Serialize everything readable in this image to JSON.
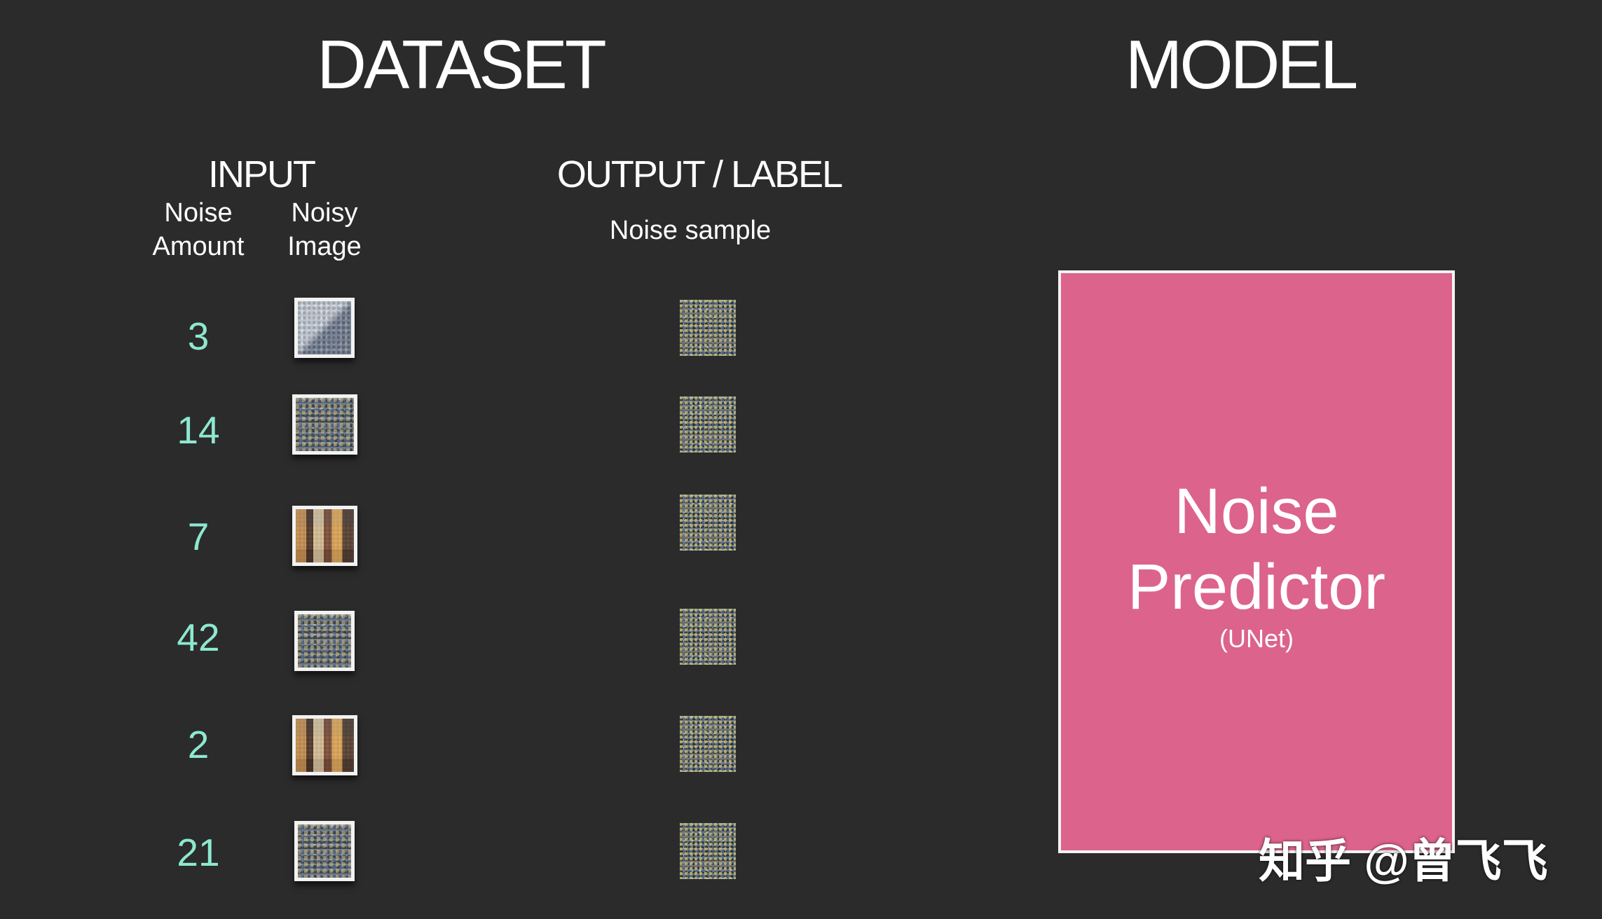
{
  "headings": {
    "dataset": "DATASET",
    "model": "MODEL"
  },
  "input": {
    "title": "INPUT",
    "col_amount": [
      "Noise",
      "Amount"
    ],
    "col_image": [
      "Noisy",
      "Image"
    ]
  },
  "output": {
    "title": "OUTPUT  / LABEL",
    "col_label": "Noise sample"
  },
  "rows": [
    {
      "noise_amount": "3",
      "image_kind": "noisy-image-light"
    },
    {
      "noise_amount": "14",
      "image_kind": "noisy-image-heavy"
    },
    {
      "noise_amount": "7",
      "image_kind": "noisy-image-photo"
    },
    {
      "noise_amount": "42",
      "image_kind": "noisy-image-heavy"
    },
    {
      "noise_amount": "2",
      "image_kind": "noisy-image-photo"
    },
    {
      "noise_amount": "21",
      "image_kind": "noisy-image-heavy"
    }
  ],
  "model_box": {
    "line1": "Noise",
    "line2": "Predictor",
    "sub": "(UNet)",
    "color": "#dc638c"
  },
  "watermark": "知乎 @曾飞飞",
  "colors": {
    "background": "#2b2b2b",
    "amount_text": "#8de8cf",
    "model_fill": "#dc638c"
  }
}
